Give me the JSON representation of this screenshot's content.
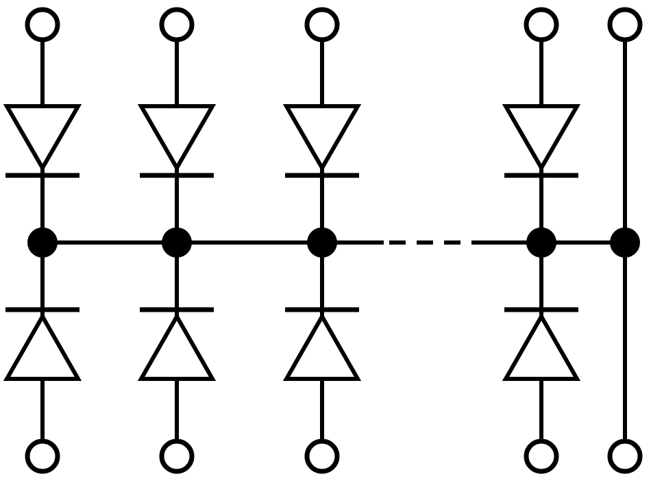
{
  "diagram": {
    "columns": [
      {
        "id": "col-1",
        "has_diodes": true
      },
      {
        "id": "col-2",
        "has_diodes": true
      },
      {
        "id": "col-3",
        "has_diodes": true
      },
      {
        "id": "col-4",
        "has_diodes": true
      },
      {
        "id": "col-5",
        "has_diodes": false
      }
    ],
    "gap_after_column": 3,
    "colors": {
      "stroke": "#000000",
      "background": "#ffffff"
    }
  }
}
